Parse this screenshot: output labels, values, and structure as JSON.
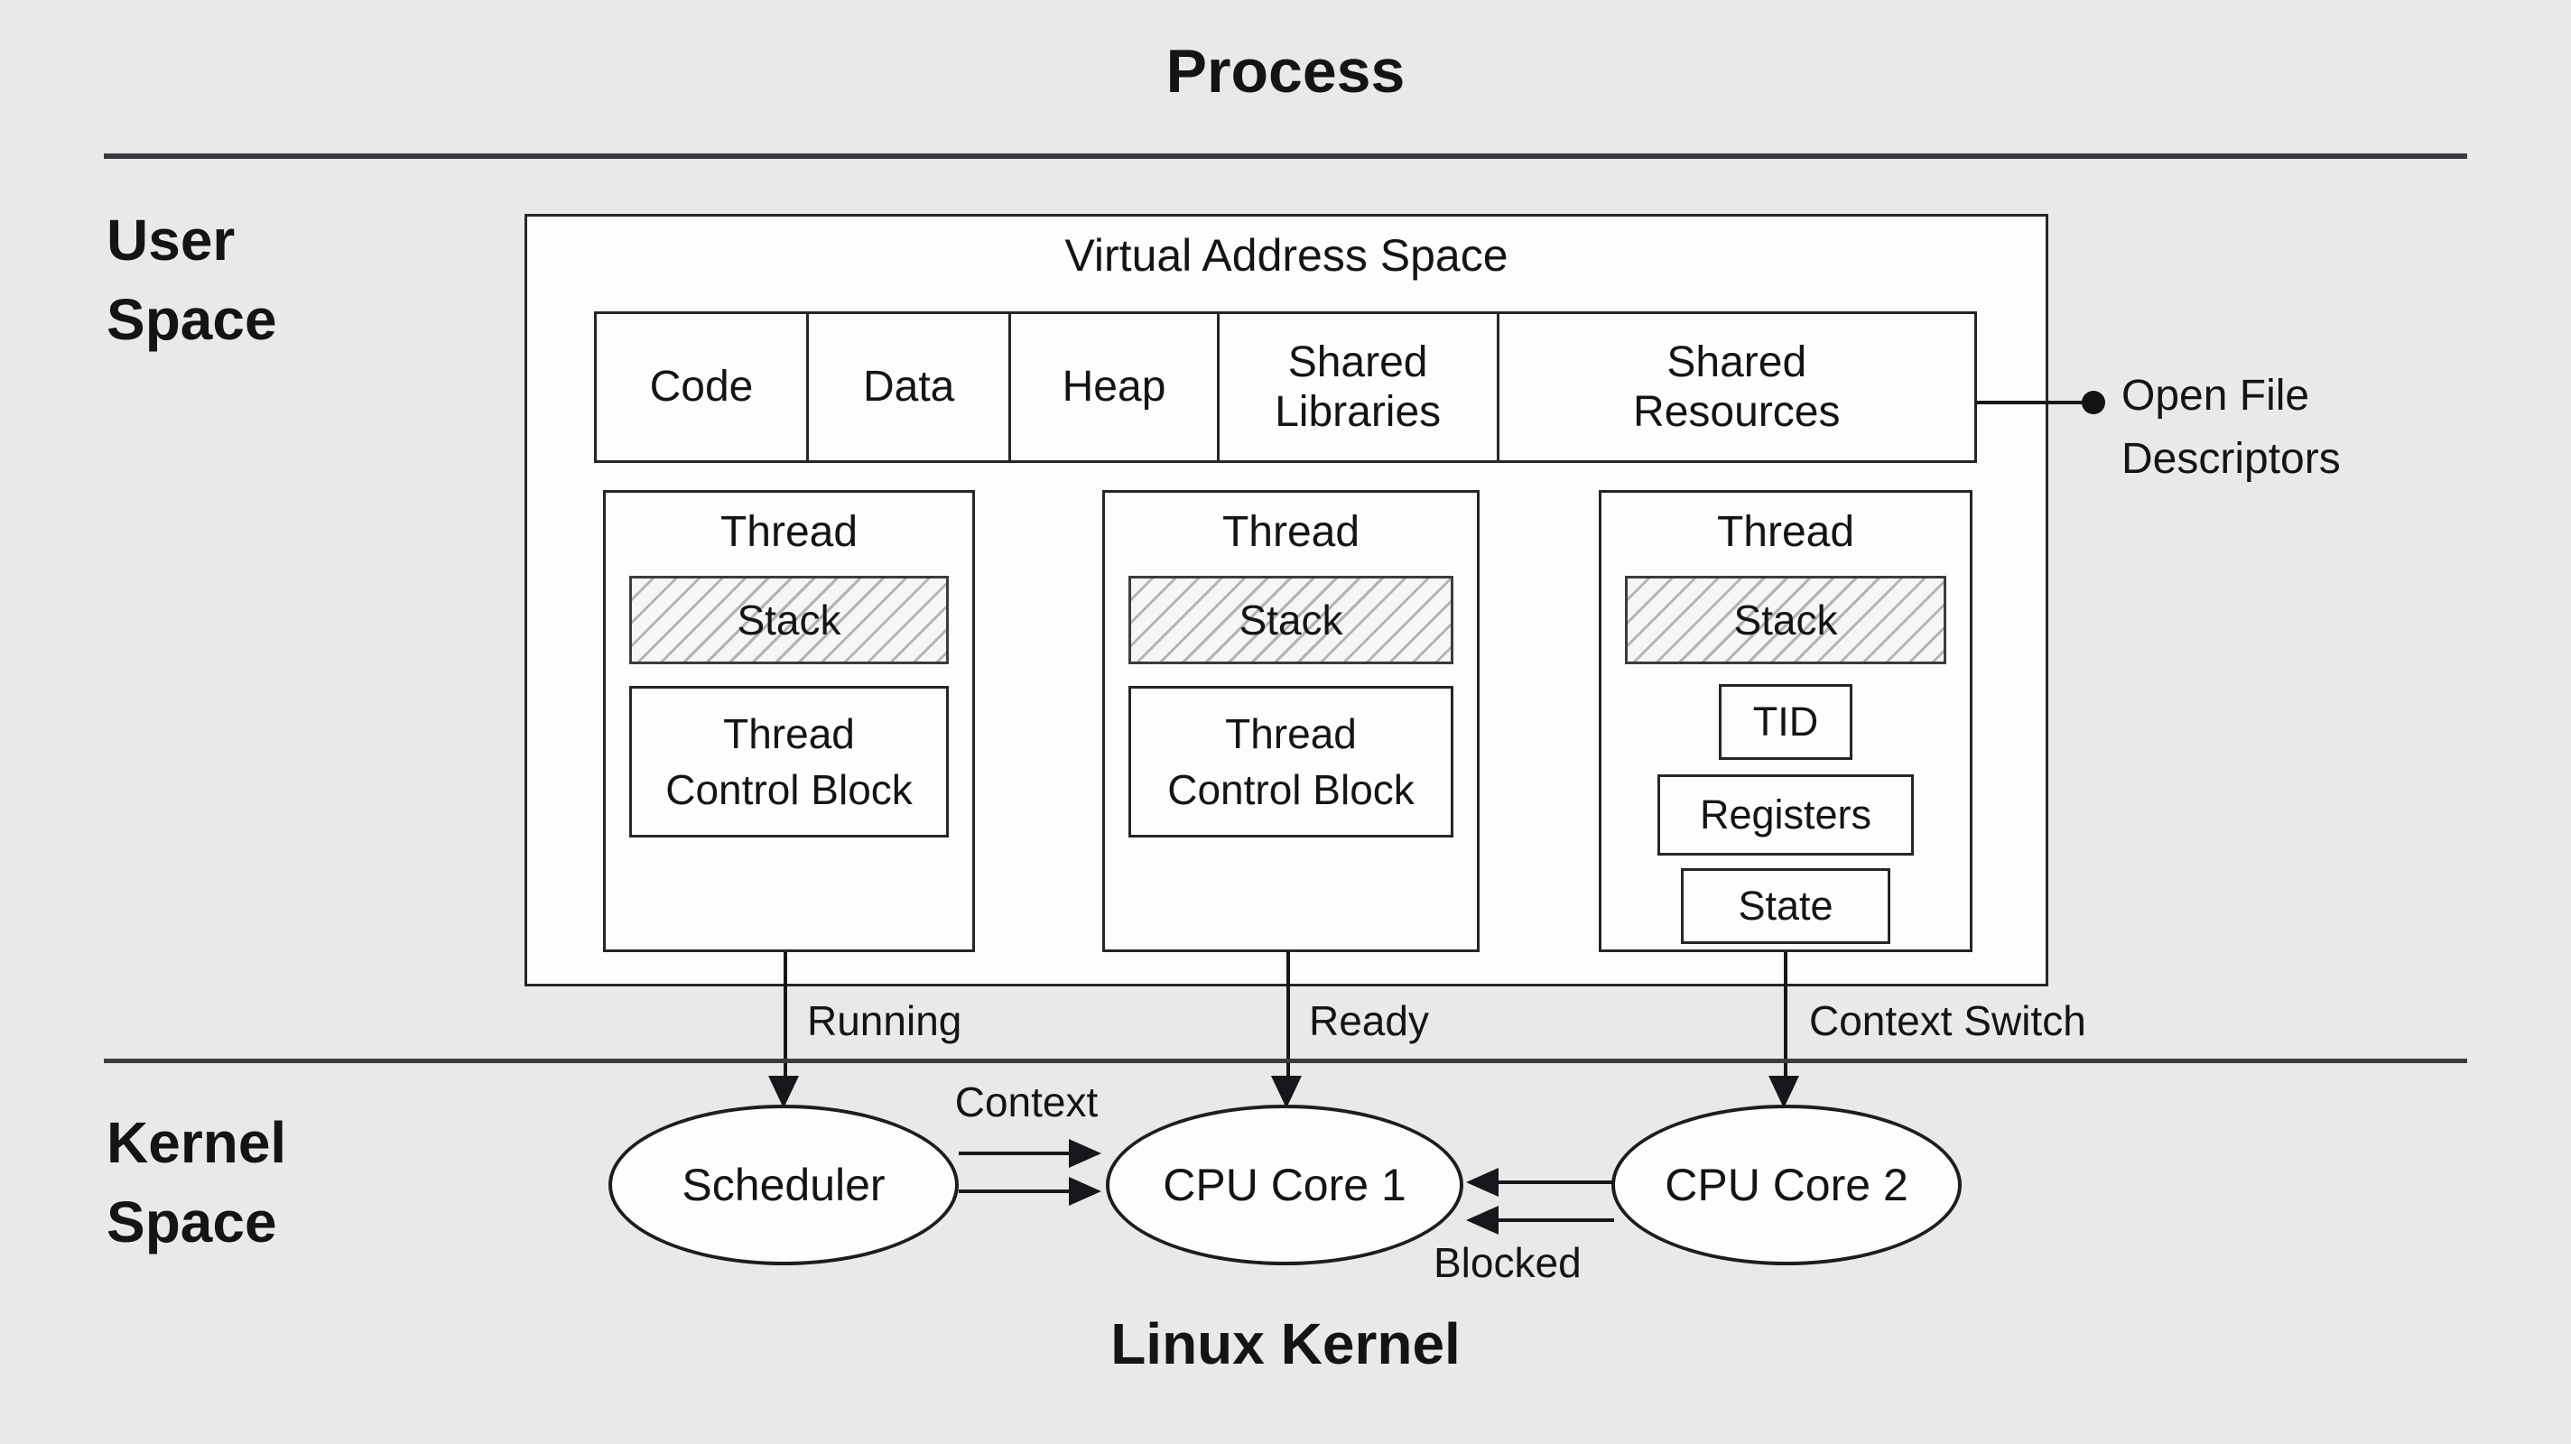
{
  "colors": {
    "background": "#e8e9e8",
    "ink": "#141416",
    "box_fill": "#fdfdfc"
  },
  "titles": {
    "process": "Process",
    "linux_kernel": "Linux Kernel"
  },
  "regions": {
    "user_space": "User Space",
    "kernel_space": "Kernel Space"
  },
  "address_space": {
    "title": "Virtual Address Space",
    "segments": [
      "Code",
      "Data",
      "Heap",
      "Shared Libraries",
      "Shared Resources"
    ],
    "open_file_descriptors": "Open File Descriptors"
  },
  "threads": [
    {
      "title": "Thread",
      "stack": "Stack",
      "control_block": "Thread Control Block",
      "transition": "Running"
    },
    {
      "title": "Thread",
      "stack": "Stack",
      "control_block": "Thread Control Block",
      "transition": "Ready"
    },
    {
      "title": "Thread",
      "stack": "Stack",
      "tid": "TID",
      "registers": "Registers",
      "state": "State",
      "transition": "Context Switch"
    }
  ],
  "kernel": {
    "scheduler": "Scheduler",
    "cpu_core_1": "CPU Core 1",
    "cpu_core_2": "CPU Core 2",
    "context": "Context",
    "blocked": "Blocked"
  }
}
